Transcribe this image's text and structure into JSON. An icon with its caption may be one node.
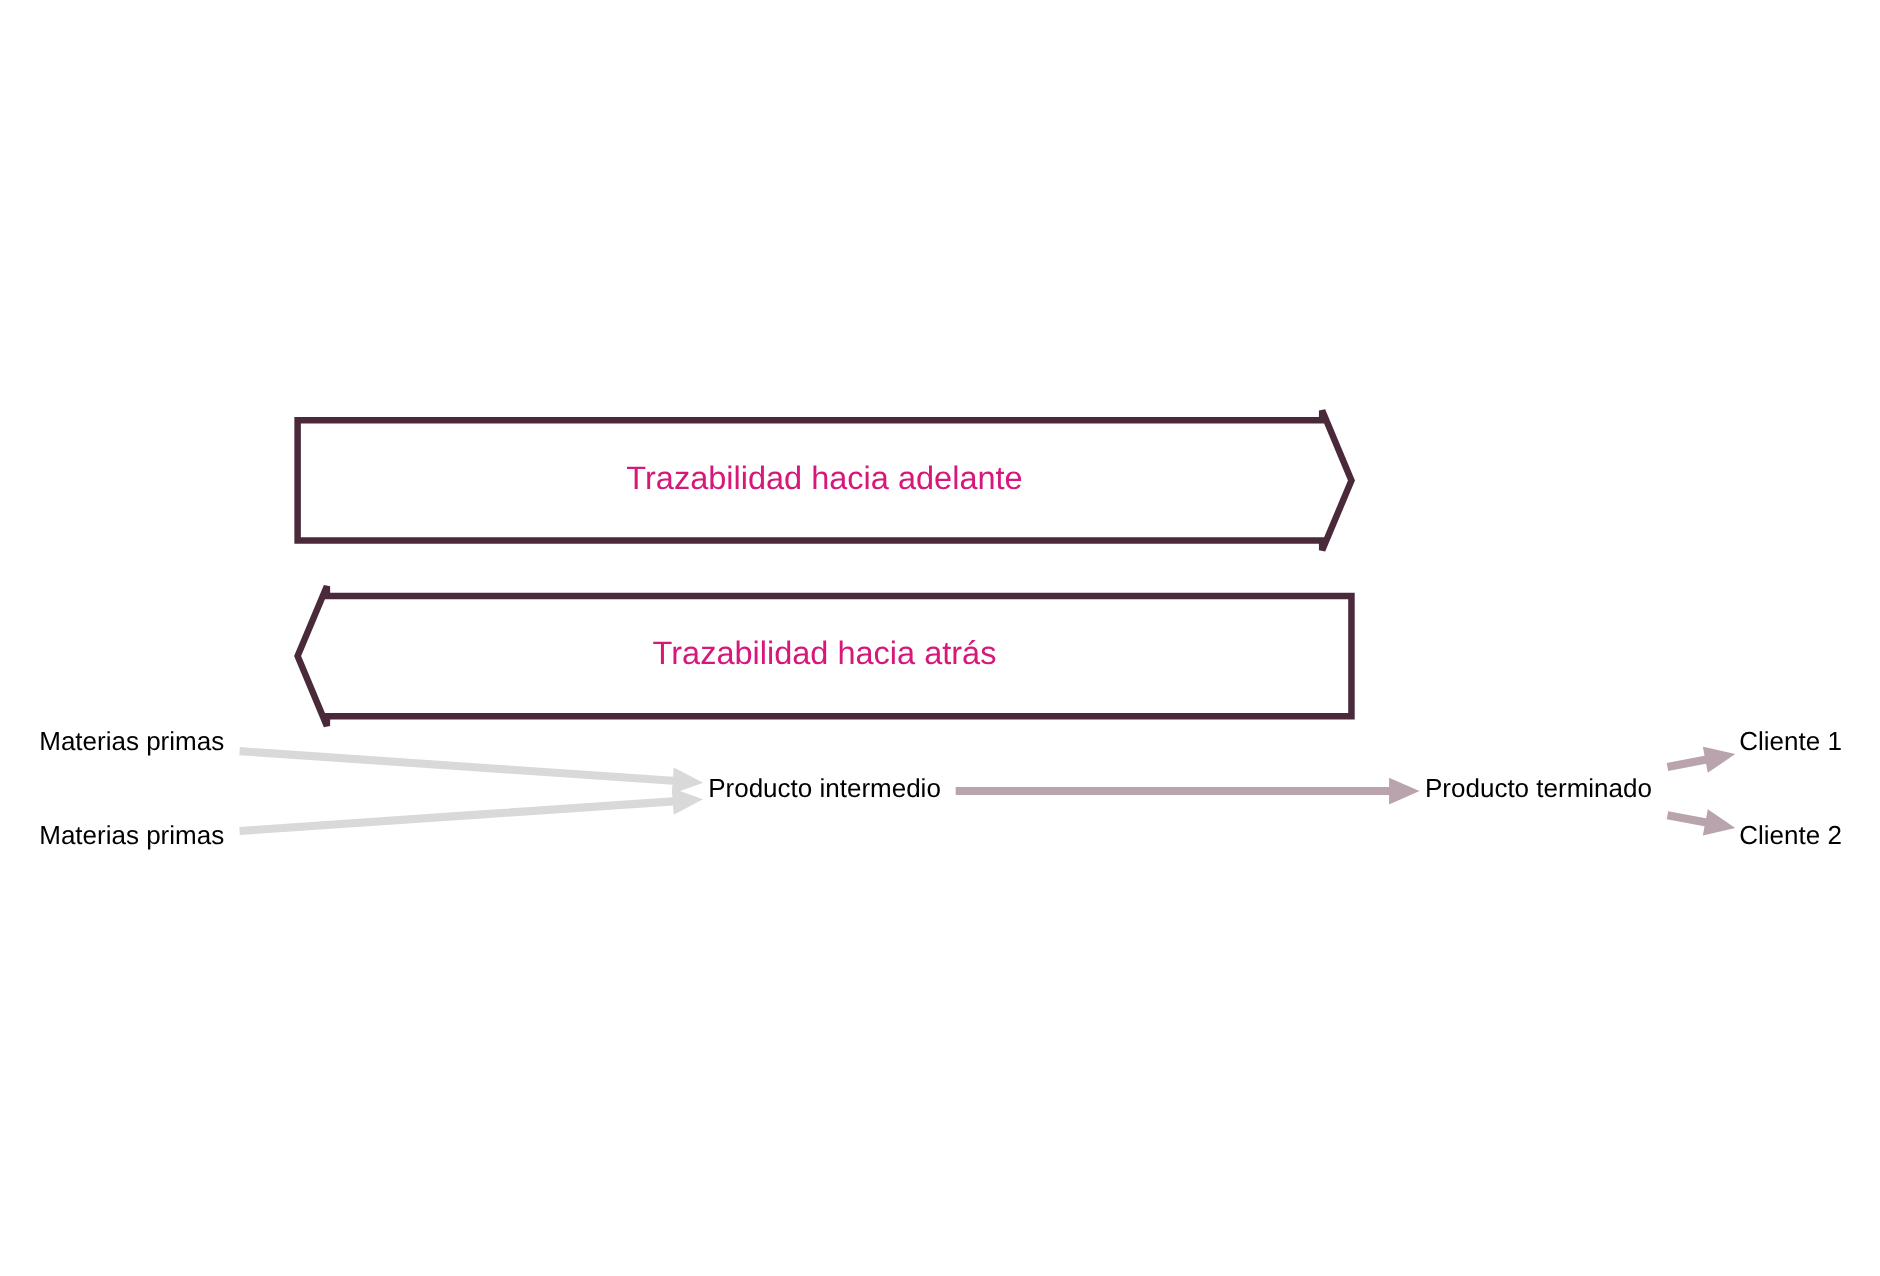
{
  "diagram": {
    "nodes": [
      {
        "text": [
          "Trazabilidad hacia adelante"
        ]
      },
      {
        "text": [
          "Materias primas"
        ]
      },
      {
        "text": [
          "Materias primas"
        ]
      },
      {
        "text": [
          "Producto intermedio"
        ]
      },
      {
        "text": [
          "Producto terminado"
        ]
      },
      {
        "text": [
          "Cliente 1"
        ]
      },
      {
        "text": [
          "Cliente 2"
        ]
      },
      {
        "text": [
          "Trazabilidad hacia atrás"
        ]
      }
    ],
    "edges": [
      {
        "from": 1,
        "to": 3,
        "arrow": "to",
        "color": "#d9d9d9"
      },
      {
        "from": 2,
        "to": 3,
        "arrow": "to",
        "color": "#d9d9d9"
      },
      {
        "from": 3,
        "to": 4,
        "arrow": "to"
      },
      {
        "from": 4,
        "to": 5,
        "arrow": "to"
      },
      {
        "from": 4,
        "to": 6,
        "arrow": "to"
      }
    ]
  }
}
